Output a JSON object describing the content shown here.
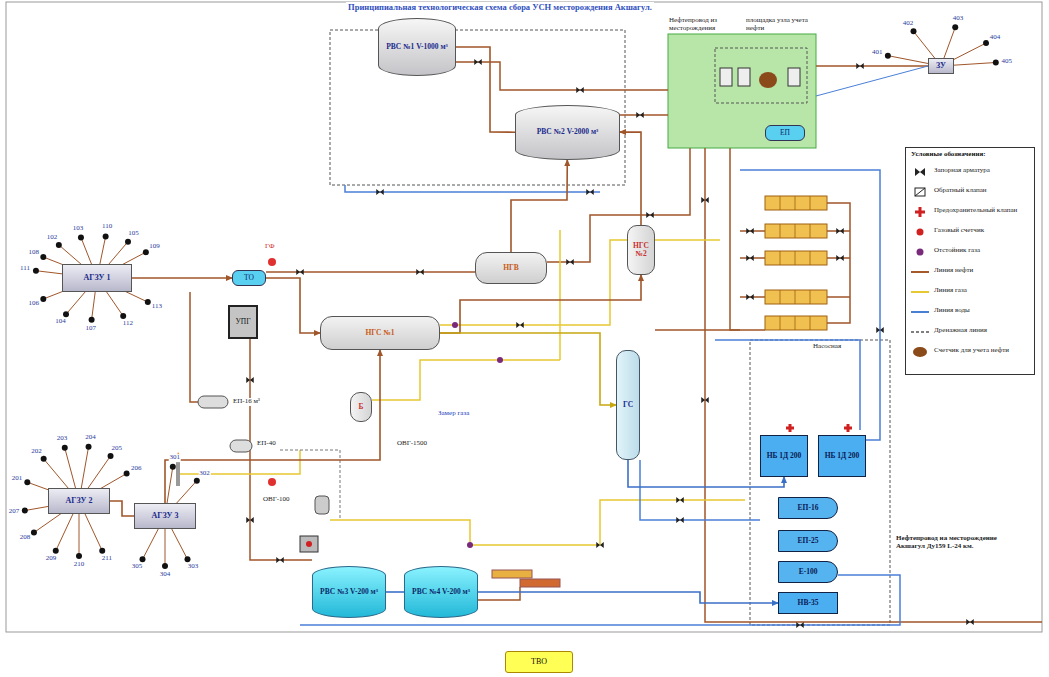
{
  "diagram": {
    "title": "Принципиальная технологическая схема сбора УСН месторождения Акшагул.",
    "nodes": [
      {
        "text": [
          "РВС №1 V-1000 м³"
        ]
      },
      {
        "text": [
          "РВС №2 V-2000 м³"
        ]
      },
      {
        "text": [
          "ЕП"
        ]
      },
      {
        "text": [
          "ЗУ"
        ]
      },
      {
        "text": [
          "АГЗУ 1"
        ]
      },
      {
        "text": [
          "АГЗУ 2"
        ]
      },
      {
        "text": [
          "АГЗУ 3"
        ]
      },
      {
        "text": [
          "ТО"
        ]
      },
      {
        "text": [
          "НГС №1"
        ]
      },
      {
        "text": [
          "НГВ"
        ]
      },
      {
        "text": [
          "НГС №2"
        ]
      },
      {
        "text": [
          "ГС"
        ]
      },
      {
        "text": [
          "УПГ"
        ]
      },
      {
        "text": [
          "Б"
        ]
      },
      {
        "text": [
          "РВС №3 V-200 м³"
        ]
      },
      {
        "text": [
          "РВС №4 V-200 м³"
        ]
      },
      {
        "text": [
          "НБ 1Д 200"
        ]
      },
      {
        "text": [
          "НБ 1Д 200"
        ]
      },
      {
        "text": [
          "ЕП-16"
        ]
      },
      {
        "text": [
          "ЕП-25"
        ]
      },
      {
        "text": [
          "Е-100"
        ]
      },
      {
        "text": [
          "НВ-35"
        ]
      },
      {
        "text": [
          "ТВО"
        ]
      }
    ],
    "edges": [
      {
        "from": 4,
        "to": 7,
        "arrow": "to"
      },
      {
        "from": 7,
        "to": 8,
        "arrow": "to"
      },
      {
        "from": 6,
        "to": 8,
        "arrow": "to"
      },
      {
        "from": 5,
        "to": 6,
        "arrow": "none"
      },
      {
        "from": 8,
        "to": 10,
        "arrow": "to"
      },
      {
        "from": 9,
        "to": 1,
        "arrow": "to"
      },
      {
        "from": 10,
        "to": 1,
        "arrow": "to"
      },
      {
        "from": 1,
        "to": 0,
        "arrow": "none"
      },
      {
        "from": 11,
        "to": 16,
        "arrow": "to"
      },
      {
        "from": 14,
        "to": 15,
        "arrow": "none"
      },
      {
        "from": 15,
        "to": 21,
        "arrow": "to"
      },
      {
        "from": 8,
        "to": 11,
        "arrow": "to"
      }
    ],
    "labels": [
      "Нефтепровод из месторождения",
      "площадка узла учета нефти",
      "ГФ",
      "Замер газа",
      "ОВГ-1500",
      "ОВГ-100",
      "ЕП-16 м³",
      "ЕП-40",
      "Насосная",
      "Нефтепровод на месторождение Акшагул Ду159 L-24 км.",
      "Условные обозначения:",
      "111",
      "108",
      "102",
      "103",
      "110",
      "105",
      "109",
      "106",
      "104",
      "107",
      "112",
      "113",
      "201",
      "202",
      "203",
      "204",
      "205",
      "206",
      "207",
      "208",
      "209",
      "210",
      "211",
      "301",
      "302",
      "303",
      "304",
      "305",
      "401",
      "402",
      "403",
      "404",
      "405"
    ],
    "legend": [
      {
        "text": "Запорная арматура"
      },
      {
        "text": "Обратный клапан"
      },
      {
        "text": "Предохранительный клапан"
      },
      {
        "text": "Газовый счетчик"
      },
      {
        "text": "Отстойник газа"
      },
      {
        "text": "Линия нефти"
      },
      {
        "text": "Линия газа"
      },
      {
        "text": "Линия воды"
      },
      {
        "text": "Дренажная линия"
      },
      {
        "text": "Счетчик для учета нефти"
      }
    ]
  }
}
